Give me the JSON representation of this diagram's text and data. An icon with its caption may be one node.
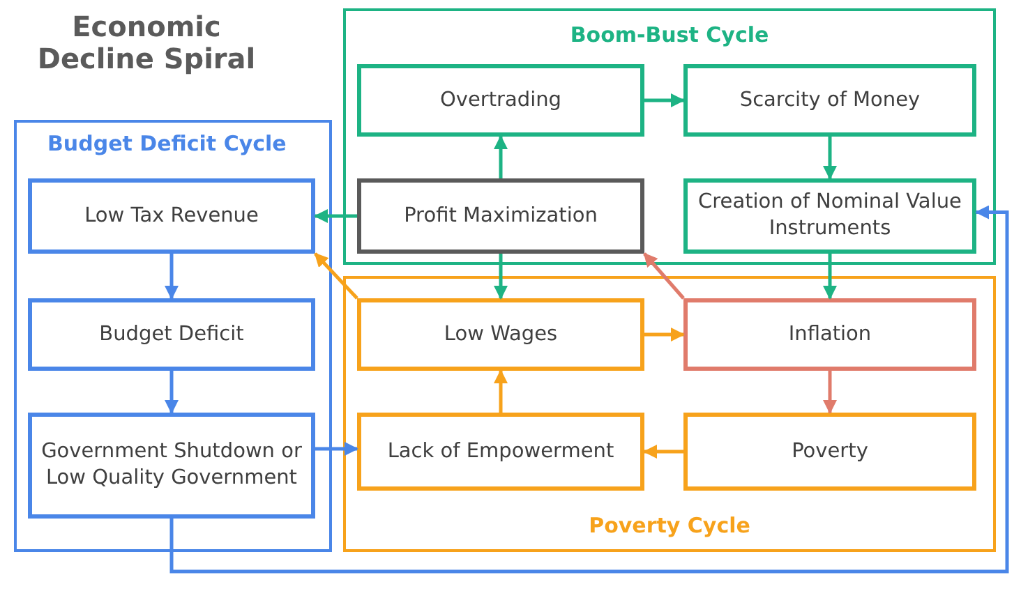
{
  "diagram": {
    "title": "Economic Decline Spiral",
    "nodes": [
      {
        "text": [
          "Budget Deficit Cycle"
        ]
      },
      {
        "text": [
          "Low Tax Revenue"
        ],
        "in": 0
      },
      {
        "text": [
          "Budget Deficit"
        ],
        "in": 0
      },
      {
        "text": [
          "Government Shutdown or Low Quality Government"
        ],
        "in": 0
      },
      {
        "text": [
          "Boom-Bust Cycle"
        ]
      },
      {
        "text": [
          "Overtrading"
        ],
        "in": 4
      },
      {
        "text": [
          "Scarcity of Money"
        ],
        "in": 4
      },
      {
        "text": [
          "Profit Maximization"
        ],
        "in": 4
      },
      {
        "text": [
          "Creation of Nominal Value Instruments"
        ],
        "in": 4
      },
      {
        "text": [
          "Poverty Cycle"
        ]
      },
      {
        "text": [
          "Low Wages"
        ],
        "in": 9
      },
      {
        "text": [
          "Inflation"
        ],
        "in": 9
      },
      {
        "text": [
          "Lack of Empowerment"
        ],
        "in": 9
      },
      {
        "text": [
          "Poverty"
        ],
        "in": 9
      }
    ],
    "edges": [
      {
        "from": 7,
        "to": 1,
        "arrow": "to"
      },
      {
        "from": 7,
        "to": 5,
        "arrow": "to"
      },
      {
        "from": 7,
        "to": 10,
        "arrow": "to"
      },
      {
        "from": 5,
        "to": 6,
        "arrow": "to"
      },
      {
        "from": 6,
        "to": 8,
        "arrow": "to"
      },
      {
        "from": 8,
        "to": 11,
        "arrow": "to"
      },
      {
        "from": 11,
        "to": 7,
        "arrow": "to",
        "color": "#e07b6b"
      },
      {
        "from": 11,
        "to": 13,
        "arrow": "to",
        "color": "#e07b6b"
      },
      {
        "from": 10,
        "to": 11,
        "arrow": "to",
        "color": "#f7a21b"
      },
      {
        "from": 13,
        "to": 12,
        "arrow": "to",
        "color": "#f7a21b"
      },
      {
        "from": 12,
        "to": 10,
        "arrow": "to",
        "color": "#f7a21b"
      },
      {
        "from": 10,
        "to": 1,
        "arrow": "to",
        "color": "#f7a21b"
      },
      {
        "from": 1,
        "to": 2,
        "arrow": "to",
        "color": "#4a86e8"
      },
      {
        "from": 2,
        "to": 3,
        "arrow": "to",
        "color": "#4a86e8"
      },
      {
        "from": 3,
        "to": 12,
        "arrow": "to",
        "color": "#4a86e8"
      },
      {
        "from": 3,
        "to": 8,
        "arrow": "to",
        "color": "#4a86e8"
      }
    ]
  }
}
